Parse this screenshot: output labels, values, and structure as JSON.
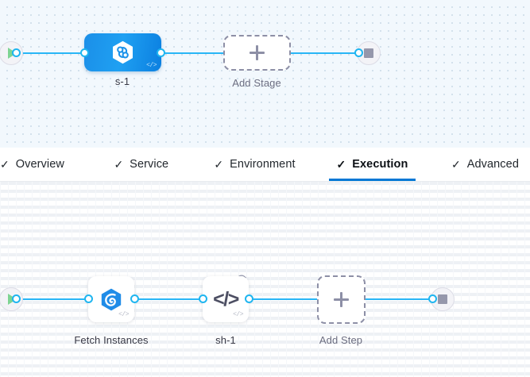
{
  "stage_canvas": {
    "start_node": {
      "name": "pipeline-start",
      "icon": "play-icon"
    },
    "end_node": {
      "name": "pipeline-end",
      "icon": "stop-icon"
    },
    "stage": {
      "label": "s-1",
      "icon": "harness-hexagon-icon",
      "badge": "</>"
    },
    "add_stage": {
      "label": "Add Stage",
      "icon": "plus-icon"
    }
  },
  "tabs": {
    "check_glyph": "✓",
    "items": [
      {
        "label": "Overview",
        "active": false
      },
      {
        "label": "Service",
        "active": false
      },
      {
        "label": "Environment",
        "active": false
      },
      {
        "label": "Execution",
        "active": true
      },
      {
        "label": "Advanced",
        "active": false
      }
    ]
  },
  "exec_canvas": {
    "start_node": {
      "name": "execution-start",
      "icon": "play-icon"
    },
    "end_node": {
      "name": "execution-end",
      "icon": "stop-icon"
    },
    "steps": [
      {
        "label": "Fetch Instances",
        "icon": "fetch-instances-hexagon-icon",
        "badge": "</>",
        "has_loop": false
      },
      {
        "label": "sh-1",
        "icon": "shell-script-code-icon",
        "glyph": "</>",
        "badge": "</>",
        "has_loop": true,
        "loop_icon": "loop-strategy-icon"
      }
    ],
    "add_step": {
      "label": "Add Step",
      "icon": "plus-icon"
    }
  },
  "colors": {
    "edge": "#29b6f6",
    "port_stroke": "#1eb5f0",
    "active_tab_underline": "#0278d5",
    "stage_gradient_start": "#1b8fe8",
    "stage_gradient_end": "#0b7fe0",
    "play_green": "#7ed492",
    "stop_grey": "#9597ab",
    "dashed_border": "#8d8fa6",
    "stage_canvas_bg": "#f2f8fd"
  }
}
